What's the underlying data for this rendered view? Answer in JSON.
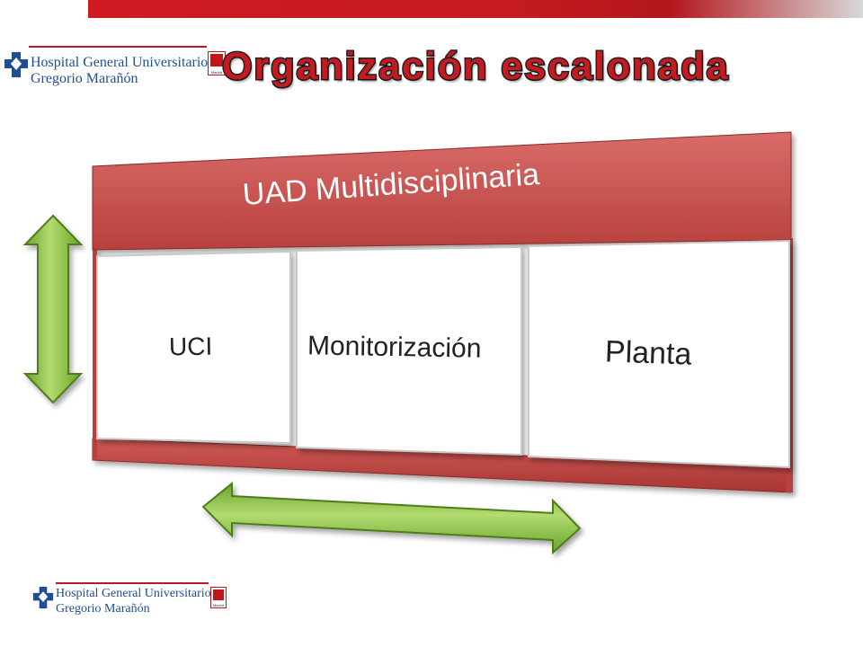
{
  "slide": {
    "title": "Organización escalonada",
    "header_label": "UAD Multidisciplinaria"
  },
  "logo_top": {
    "line1": "Hospital General Universitario",
    "line2": "Gregorio Marañón",
    "badge": "Madrid"
  },
  "logo_bottom": {
    "line1": "Hospital General Universitario",
    "line2": "Gregorio Marañón",
    "badge": "Madrid"
  },
  "units": [
    {
      "label": "UCI"
    },
    {
      "label": "Monitorización"
    },
    {
      "label": "Planta"
    }
  ],
  "colors": {
    "header_red": "#c0504d",
    "arrow_green": "#8cc63f",
    "brand_blue": "#1f4e96"
  },
  "icons": [
    "vertical-double-arrow-icon",
    "horizontal-double-arrow-icon",
    "hospital-cross-icon"
  ]
}
